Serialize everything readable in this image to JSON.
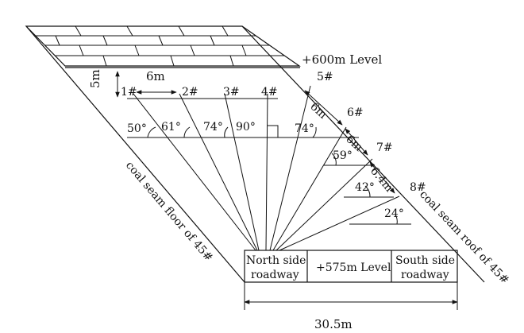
{
  "levels": {
    "top": "+600m Level",
    "bottom": "+575m Level"
  },
  "dimensions": {
    "height": "5m",
    "spacing_top": "6m",
    "spacing_a": "6m",
    "spacing_b": "6m",
    "spacing_c": "6.4m",
    "base_width": "30.5m"
  },
  "holes": [
    "1#",
    "2#",
    "3#",
    "4#",
    "5#",
    "6#",
    "7#",
    "8#"
  ],
  "angles": [
    "50°",
    "61°",
    "74°",
    "90°",
    "74°",
    "59°",
    "42°",
    "24°"
  ],
  "roadways": {
    "north_line1": "North side",
    "north_line2": "roadway",
    "south_line1": "South side",
    "south_line2": "roadway"
  },
  "seams": {
    "floor": "coal seam floor of 45#",
    "roof": "coal seam roof of 45#"
  },
  "colors": {
    "line": "#111111",
    "background": "#ffffff"
  }
}
